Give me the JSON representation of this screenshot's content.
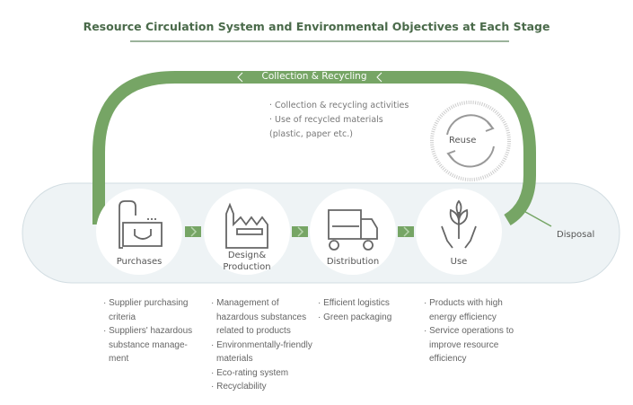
{
  "title": "Resource Circulation System and Environmental Objectives at Each Stage",
  "loop": {
    "label": "Collection & Recycling",
    "notes": [
      "· Collection & recycling activities",
      "· Use of recycled materials",
      "(plastic, paper etc.)"
    ]
  },
  "reuse": {
    "label": "Reuse",
    "icon": "recycle-arrows-icon"
  },
  "disposal": {
    "label": "Disposal"
  },
  "colors": {
    "accent": "#76a565",
    "band": "#eef3f5"
  },
  "stages": [
    {
      "label": "Purchases",
      "icon": "shopping-bag-icon",
      "objectives": [
        "· Supplier purchasing criteria",
        "· Suppliers' hazardous substance manage-ment"
      ]
    },
    {
      "label": "Design&",
      "label2": "Production",
      "icon": "factory-icon",
      "objectives": [
        "· Management of hazardous substances related to products",
        "· Environmentally-friendly materials",
        "· Eco-rating system",
        "· Recyclability"
      ]
    },
    {
      "label": "Distribution",
      "icon": "truck-icon",
      "objectives": [
        "· Efficient logistics",
        "· Green packaging"
      ]
    },
    {
      "label": "Use",
      "icon": "hands-plant-icon",
      "objectives": [
        "· Products with high energy efficiency",
        "· Service operations to improve resource efficiency"
      ]
    }
  ]
}
